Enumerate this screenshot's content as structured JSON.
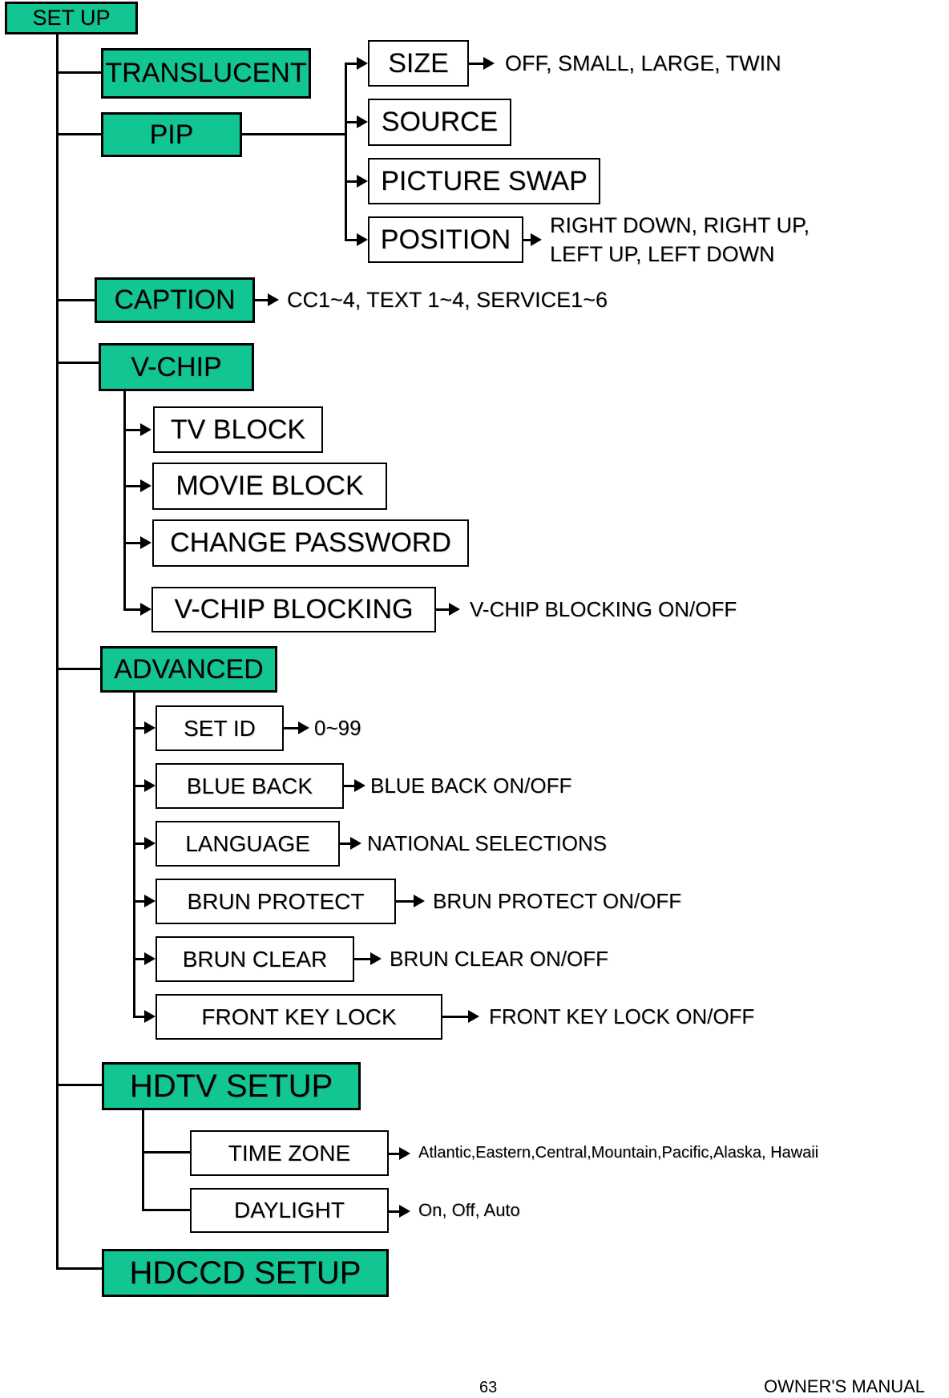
{
  "diagram": {
    "root": {
      "label": "SET UP"
    },
    "nodes": {
      "translucent": {
        "label": "TRANSLUCENT"
      },
      "pip": {
        "label": "PIP"
      },
      "size": {
        "label": "SIZE",
        "options": "OFF, SMALL, LARGE, TWIN"
      },
      "source": {
        "label": "SOURCE"
      },
      "picture_swap": {
        "label": "PICTURE SWAP"
      },
      "position": {
        "label": "POSITION",
        "options_line1": "RIGHT DOWN, RIGHT UP,",
        "options_line2": "LEFT UP, LEFT DOWN"
      },
      "caption": {
        "label": "CAPTION",
        "options": "CC1~4, TEXT 1~4, SERVICE1~6"
      },
      "vchip": {
        "label": "V-CHIP"
      },
      "tv_block": {
        "label": "TV BLOCK"
      },
      "movie_block": {
        "label": "MOVIE BLOCK"
      },
      "change_password": {
        "label": "CHANGE PASSWORD"
      },
      "vchip_blocking": {
        "label": "V-CHIP BLOCKING",
        "options": "V-CHIP BLOCKING ON/OFF"
      },
      "advanced": {
        "label": "ADVANCED"
      },
      "set_id": {
        "label": "SET ID",
        "options": "0~99"
      },
      "blue_back": {
        "label": "BLUE BACK",
        "options": "BLUE BACK ON/OFF"
      },
      "language": {
        "label": "LANGUAGE",
        "options": "NATIONAL SELECTIONS"
      },
      "brun_protect": {
        "label": "BRUN PROTECT",
        "options": "BRUN PROTECT ON/OFF"
      },
      "brun_clear": {
        "label": "BRUN CLEAR",
        "options": "BRUN CLEAR ON/OFF"
      },
      "front_key_lock": {
        "label": "FRONT KEY LOCK",
        "options": "FRONT KEY LOCK ON/OFF"
      },
      "hdtv_setup": {
        "label": "HDTV SETUP"
      },
      "time_zone": {
        "label": "TIME ZONE",
        "options": "Atlantic,Eastern,Central,Mountain,Pacific,Alaska, Hawaii"
      },
      "daylight": {
        "label": "DAYLIGHT",
        "options": "On, Off, Auto"
      },
      "hdccd_setup": {
        "label": "HDCCD SETUP"
      }
    },
    "colors": {
      "node_green": "#11C692",
      "line_black": "#000000"
    }
  },
  "footer": {
    "page_number": "63",
    "right_text": "OWNER'S MANUAL"
  }
}
